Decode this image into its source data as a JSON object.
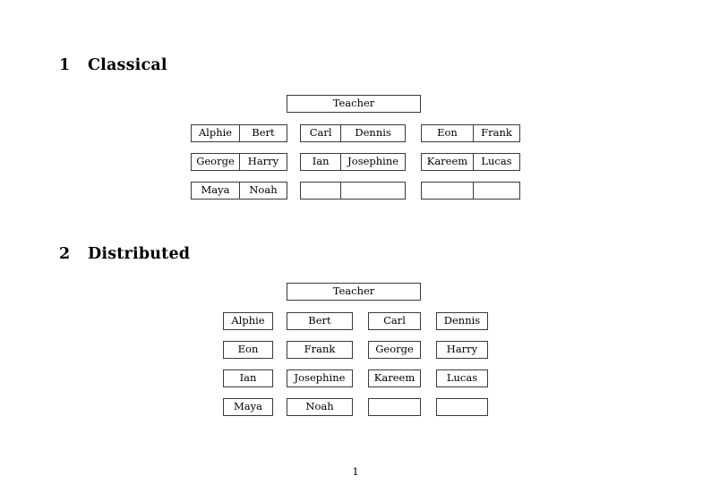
{
  "document": {
    "page_number": "1"
  },
  "sections": [
    {
      "number": "1",
      "title": "Classical",
      "root": {
        "label": "Teacher"
      },
      "groups": [
        {
          "rows": [
            {
              "left": "Alphie",
              "right": "Bert"
            },
            {
              "left": "George",
              "right": "Harry"
            },
            {
              "left": "Maya",
              "right": "Noah"
            }
          ]
        },
        {
          "rows": [
            {
              "left": "Carl",
              "right": "Dennis"
            },
            {
              "left": "Ian",
              "right": "Josephine"
            },
            {
              "left": "",
              "right": ""
            }
          ]
        },
        {
          "rows": [
            {
              "left": "Eon",
              "right": "Frank"
            },
            {
              "left": "Kareem",
              "right": "Lucas"
            },
            {
              "left": "",
              "right": ""
            }
          ]
        }
      ]
    },
    {
      "number": "2",
      "title": "Distributed",
      "root": {
        "label": "Teacher"
      },
      "grid": {
        "rows": [
          [
            "Alphie",
            "Bert",
            "Carl",
            "Dennis"
          ],
          [
            "Eon",
            "Frank",
            "George",
            "Harry"
          ],
          [
            "Ian",
            "Josephine",
            "Kareem",
            "Lucas"
          ],
          [
            "Maya",
            "Noah",
            "",
            ""
          ]
        ]
      }
    }
  ]
}
